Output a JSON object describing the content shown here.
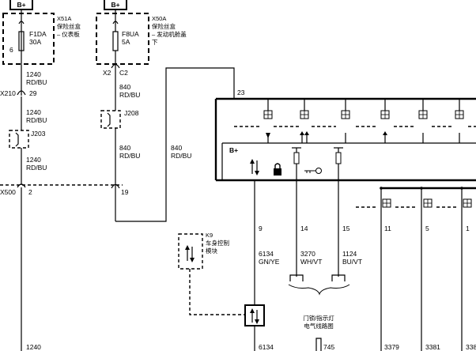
{
  "power": {
    "left_terminal": "B+",
    "right_terminal": "B+"
  },
  "fuse_boxes": {
    "left": {
      "id": "X51A",
      "name_line1": "保险丝盒",
      "name_line2": "– 仪表板",
      "fuse": "F1DA",
      "rating": "30A",
      "pin": "6"
    },
    "right": {
      "id": "X50A",
      "name_line1": "保险丝盒",
      "name_line2": "– 发动机舱盖",
      "name_line3": "下",
      "fuse": "F8UA",
      "rating": "5A",
      "pin_left": "X2",
      "pin_right": "C2"
    }
  },
  "wires": {
    "w1": {
      "num": "1240",
      "color": "RD/BU"
    },
    "w2": {
      "num": "1240",
      "color": "RD/BU"
    },
    "w3": {
      "num": "1240",
      "color": "RD/BU"
    },
    "w4": {
      "num": "840",
      "color": "RD/BU"
    },
    "w5": {
      "num": "840",
      "color": "RD/BU"
    },
    "w6": {
      "num": "840",
      "color": "RD/BU"
    },
    "w7": {
      "num": "6134",
      "color": "GN/YE"
    },
    "w8": {
      "num": "3270",
      "color": "WH/VT"
    },
    "w9": {
      "num": "1124",
      "color": "BU/VT"
    }
  },
  "connectors": {
    "x210": "X210",
    "x210_pin": "29",
    "j203": "J203",
    "j208": "J208",
    "x500": "X500",
    "x500_pin": "2",
    "pin19": "19"
  },
  "module": {
    "k9_id": "K9",
    "k9_line1": "车身控制",
    "k9_line2": "模块",
    "bplus": "B+",
    "pin23": "23",
    "pin9": "9",
    "pin14": "14",
    "pin15": "15",
    "pin11": "11",
    "pin5": "5",
    "pin1": "1"
  },
  "reference": {
    "line1": "门锁/指示灯",
    "line2": "电气线路图"
  },
  "bottom": {
    "b1": "1240",
    "b2": "6134",
    "b3": "745",
    "b4": "3379",
    "b5": "3381",
    "b6": "338"
  }
}
